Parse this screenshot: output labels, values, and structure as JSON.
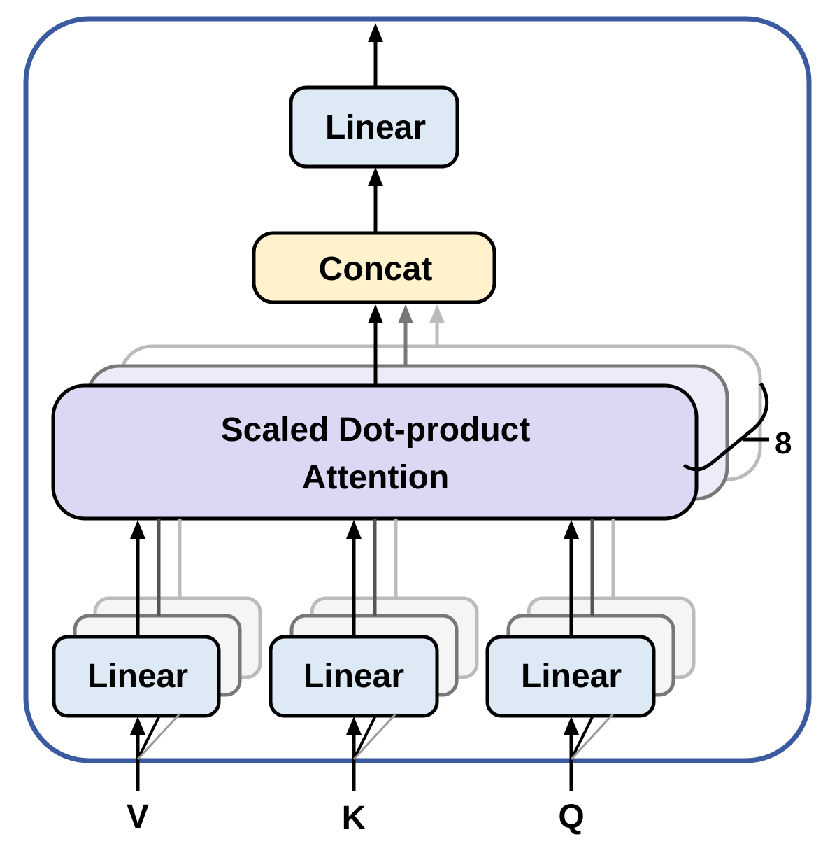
{
  "diagram": {
    "output_linear": "Linear",
    "concat": "Concat",
    "attention_line1": "Scaled Dot-product",
    "attention_line2": "Attention",
    "heads_count": "8",
    "input_linears": [
      "Linear",
      "Linear",
      "Linear"
    ],
    "inputs": [
      "V",
      "K",
      "Q"
    ]
  },
  "colors": {
    "frame": "#3a5ba0",
    "linear_fill": "#dde9f5",
    "concat_fill": "#fff2cc",
    "attention_fill": "#dcd7f2",
    "attention_back_fill": "#ecebf8",
    "back_fill": "#f5f5f5",
    "stroke": "#000000",
    "gray_mid": "#777777",
    "gray_light": "#bbbbbb"
  }
}
